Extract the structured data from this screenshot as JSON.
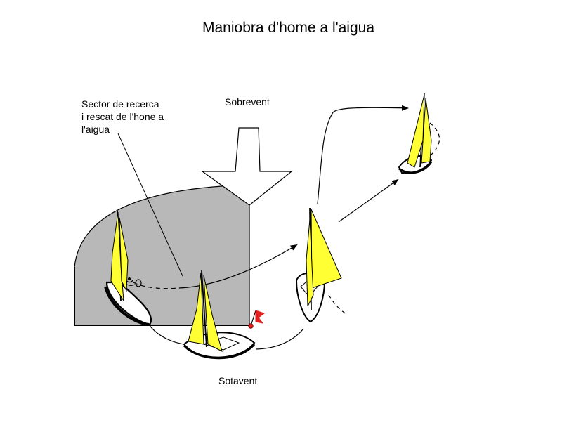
{
  "title": "Maniobra d'home a l'aigua",
  "sector_label": {
    "lines": [
      "Sector de recerca",
      "i rescat de l'hone a",
      "l'aigua"
    ]
  },
  "upwind_label": "Sobrevent",
  "downwind_label": "Sotavent",
  "colors": {
    "sector_fill": "#b8b8b8",
    "sail": "#ffff33",
    "hull": "#ffffff",
    "outline": "#000000",
    "flag": "#e02020",
    "background": "#ffffff"
  }
}
